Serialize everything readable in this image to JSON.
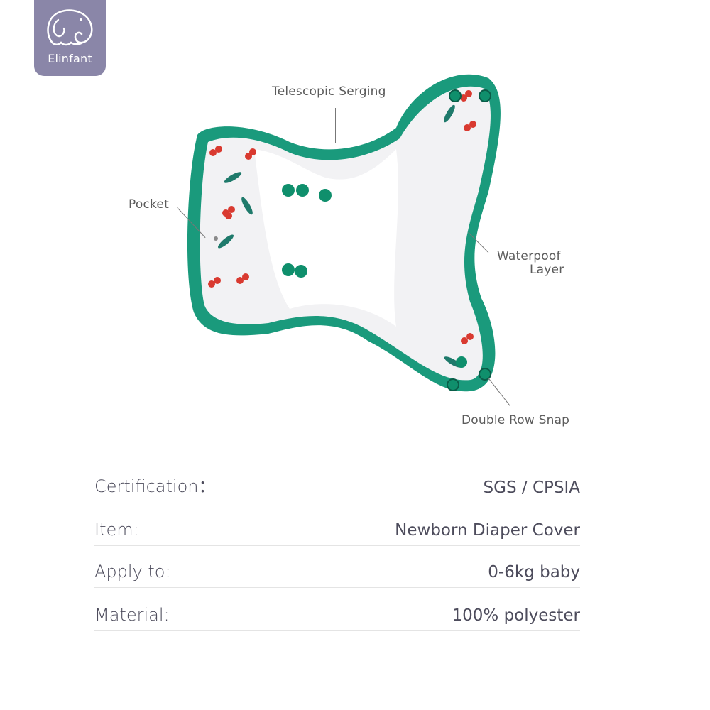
{
  "brand": {
    "name": "Elinfant",
    "logo_bg": "#8a86a8"
  },
  "callouts": {
    "telescopic": "Telescopic Serging",
    "pocket": "Pocket",
    "waterproof_1": "Waterpoof",
    "waterproof_2": "Layer",
    "snap": "Double Row Snap"
  },
  "product": {
    "description": "Newborn diaper cover laid open showing printed white inner fabric with red berries and green leaves, teal binding and snaps",
    "accent": "#1a9a7c"
  },
  "specs": [
    {
      "label": "Certification：",
      "value": "SGS / CPSIA"
    },
    {
      "label": "Item:",
      "value": "Newborn Diaper Cover"
    },
    {
      "label": "Apply to:",
      "value": "0-6kg baby"
    },
    {
      "label": "Material:",
      "value": "100% polyester"
    }
  ]
}
